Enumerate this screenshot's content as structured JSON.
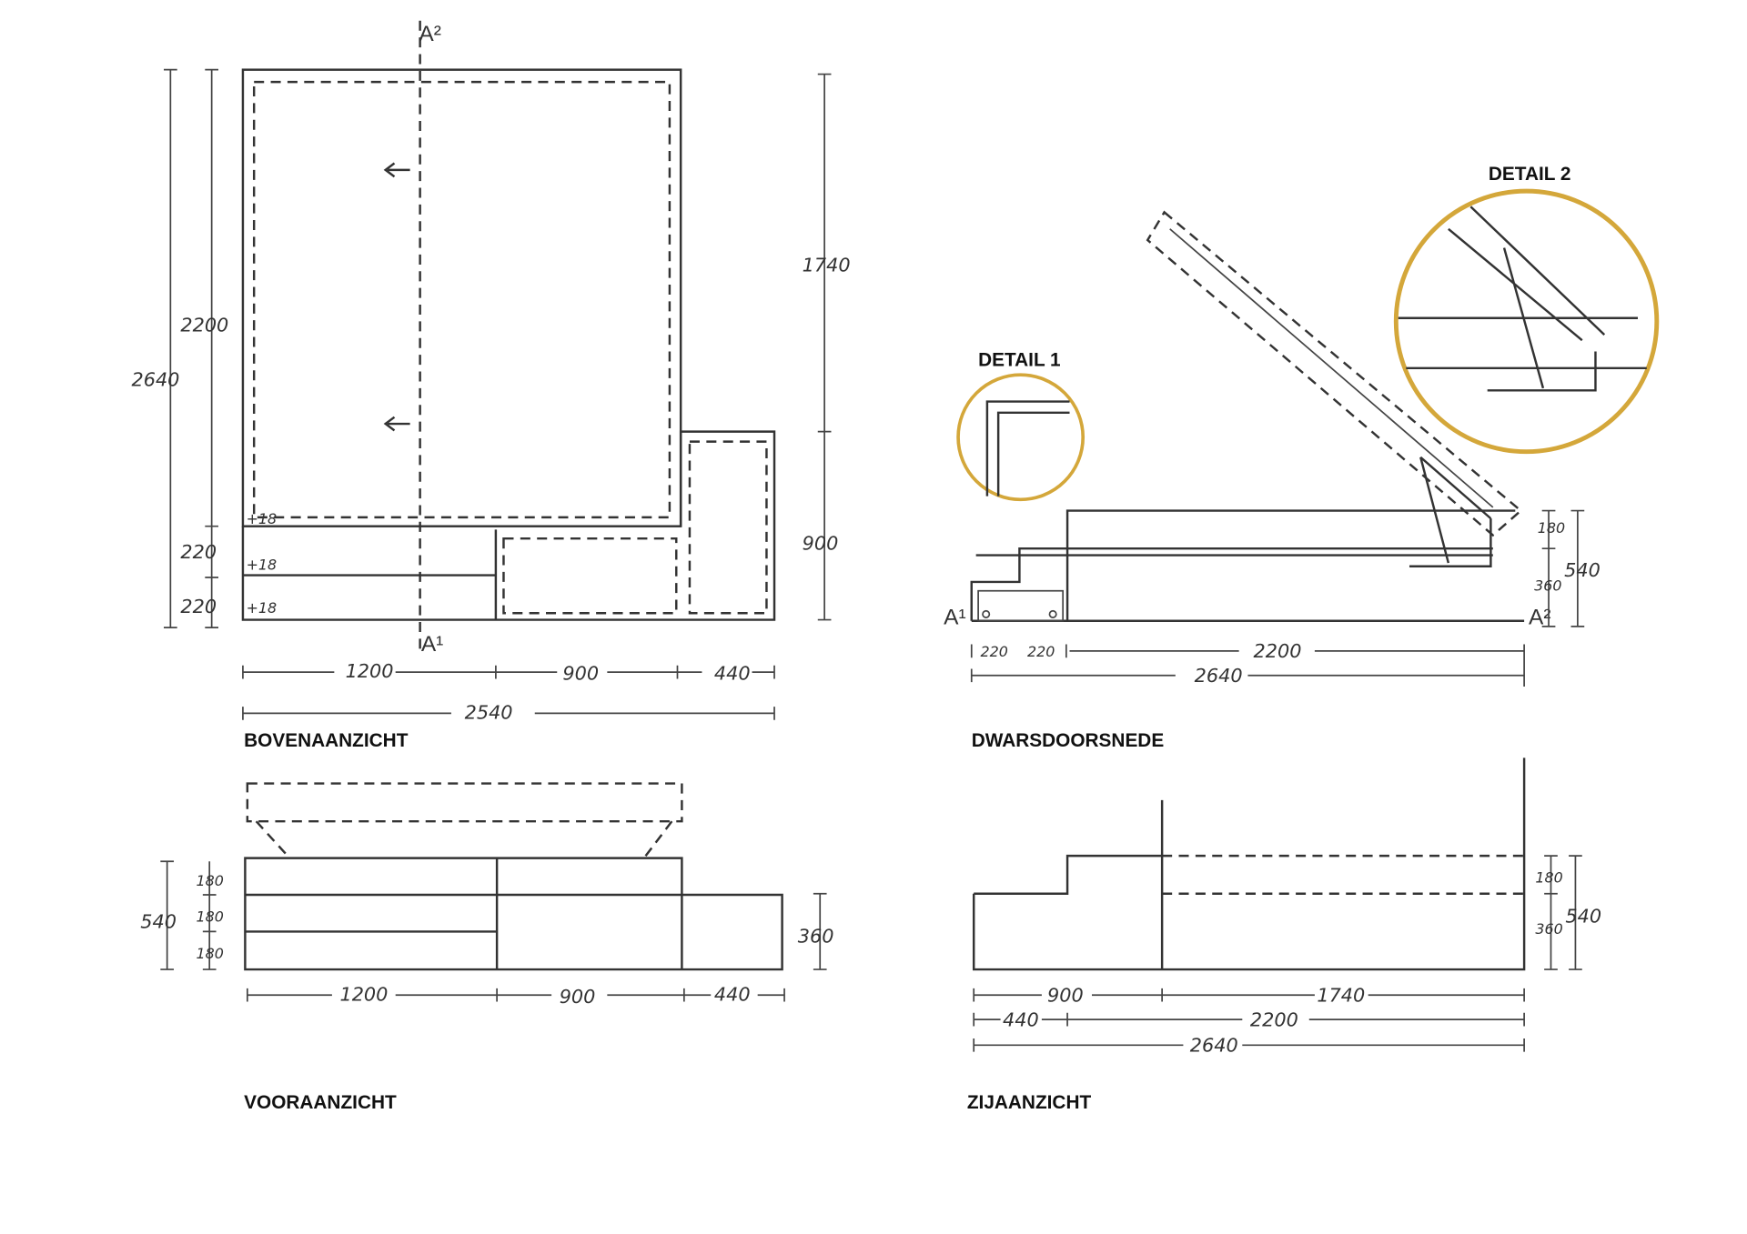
{
  "accent_gold": "#d4a73a",
  "top_view": {
    "title": "BOVENAANZICHT",
    "section_top": "A²",
    "section_bottom": "A¹",
    "dim_total_height": "2640",
    "dim_bed": "2200",
    "dim_step1": "220",
    "dim_step2": "220",
    "thick_1": "+18",
    "thick_2": "+18",
    "thick_3": "+18",
    "dim_right_upper": "1740",
    "dim_right_lower": "900",
    "dim_w1": "1200",
    "dim_w2": "900",
    "dim_w3": "440",
    "dim_total_width": "2540"
  },
  "front_view": {
    "title": "VOORAANZICHT",
    "dim_total": "540",
    "dim_a": "180",
    "dim_b": "180",
    "dim_c": "180",
    "dim_right": "360",
    "dim_w1": "1200",
    "dim_w2": "900",
    "dim_w3": "440"
  },
  "cross_section": {
    "title": "DWARSDOORSNEDE",
    "detail1": "DETAIL 1",
    "detail2": "DETAIL 2",
    "a1": "A¹",
    "a2": "A²",
    "dim_top": "180",
    "dim_bottom": "360",
    "dim_total": "540",
    "dim_s1": "220",
    "dim_s2": "220",
    "dim_bed": "2200",
    "dim_total_len": "2640"
  },
  "side_view": {
    "title": "ZIJAANZICHT",
    "dim_top": "180",
    "dim_bottom": "360",
    "dim_total": "540",
    "dim_a": "900",
    "dim_b": "1740",
    "dim_c": "440",
    "dim_d": "2200",
    "dim_total_len": "2640"
  }
}
